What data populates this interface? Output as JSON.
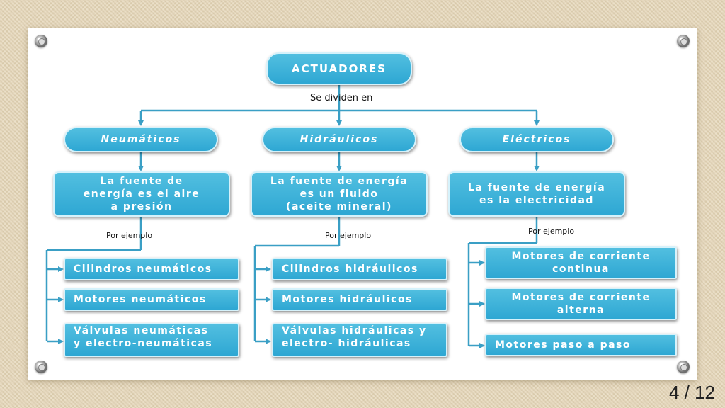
{
  "diagram": {
    "title": "ACTUADORES",
    "connector_label": "Se dividen en",
    "example_label": "Por ejemplo",
    "categories": [
      {
        "name": "Neumáticos",
        "source_lines": [
          "La fuente de",
          "energía es el aire",
          "a presión"
        ],
        "examples": [
          [
            "Cilindros neumáticos"
          ],
          [
            "Motores neumáticos"
          ],
          [
            "Válvulas neumáticas",
            "y electro-neumáticas"
          ]
        ]
      },
      {
        "name": "Hidráulicos",
        "source_lines": [
          "La fuente de energía",
          "es un fluido",
          "(aceite mineral)"
        ],
        "examples": [
          [
            "Cilindros hidráulicos"
          ],
          [
            "Motores hidráulicos"
          ],
          [
            "Válvulas hidráulicas y",
            "electro- hidráulicas"
          ]
        ]
      },
      {
        "name": "Eléctricos",
        "source_lines": [
          "La fuente de energía",
          "es la electricidad"
        ],
        "examples": [
          [
            "Motores de corriente",
            "continua"
          ],
          [
            "Motores de corriente",
            "alterna"
          ],
          [
            "Motores paso a paso"
          ]
        ]
      }
    ]
  },
  "page_indicator": "4 / 12",
  "colors": {
    "box_top": "#52bfe0",
    "box_bottom": "#2ea7d3",
    "connector": "#3a9fc5"
  }
}
